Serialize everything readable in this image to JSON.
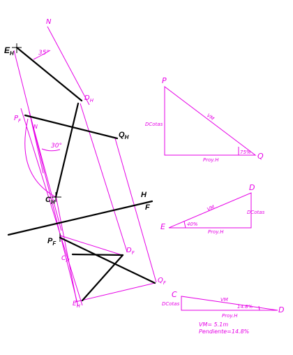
{
  "labels": {
    "N_top": "N",
    "E_H": "E",
    "E_H_sub": "H",
    "angle35": "35°",
    "D_H": "D",
    "D_H_sub": "H",
    "P_F": "P",
    "P_F_sub": "F",
    "N_mid": "N",
    "Q_H": "Q",
    "Q_H_sub": "H",
    "angle30": "30°",
    "C_H": "C",
    "C_H_sub": "H",
    "H": "H",
    "F": "F",
    "P_F2": "P",
    "P_F2_sub": "F",
    "C_H2": "C",
    "C_H2_sub": "H",
    "D_F": "D",
    "D_F_sub": "F",
    "Q_F": "Q",
    "Q_F_sub": "F",
    "E_H2": "E",
    "E_H2_sub": "H"
  },
  "triangles": {
    "t1": {
      "P": "P",
      "Q": "Q",
      "cotas": "DCotas",
      "vm": "VM",
      "proy": "Proy.H",
      "angle": "75%"
    },
    "t2": {
      "D": "D",
      "E": "E",
      "cotas": "DCotas",
      "vm": "VM",
      "proy": "Proy.H",
      "angle": "40%"
    },
    "t3": {
      "C": "C",
      "D": "D",
      "cotas": "DCotas",
      "vm": "VM",
      "proy": "Proy.H",
      "angle": "14.8%"
    }
  },
  "result": {
    "vm": "VM=  5.1m",
    "pendiente": "Pendiente=14.8%"
  },
  "colors": {
    "construction": "#e600e6",
    "object": "#000000"
  }
}
